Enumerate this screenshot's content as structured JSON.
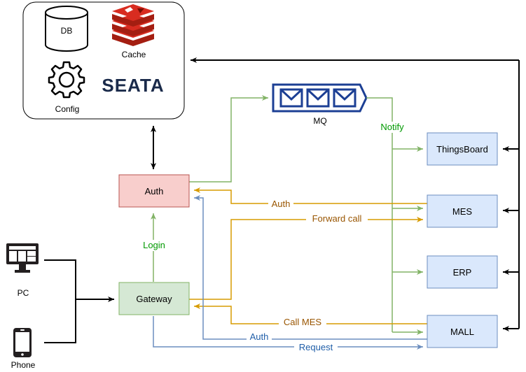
{
  "infra": {
    "db_label": "DB",
    "cache_label": "Cache",
    "config_label": "Config",
    "seata_label": "SEATA"
  },
  "nodes": {
    "mq_label": "MQ",
    "auth_label": "Auth",
    "gateway_label": "Gateway",
    "thingsboard_label": "ThingsBoard",
    "mes_label": "MES",
    "erp_label": "ERP",
    "mall_label": "MALL",
    "pc_label": "PC",
    "phone_label": "Phone"
  },
  "edges": {
    "notify_label": "Notify",
    "login_label": "Login",
    "auth_from_mes_label": "Auth",
    "forward_call_label": "Forward call",
    "call_mes_label": "Call MES",
    "auth_from_mall_label": "Auth",
    "request_label": "Request"
  },
  "colors": {
    "green_line": "#82b366",
    "orange_line": "#d79b00",
    "blue_line": "#6c8ebf",
    "black_line": "#000000",
    "auth_fill": "#f8cecc",
    "auth_stroke": "#b85450",
    "gateway_fill": "#d5e8d4",
    "gateway_stroke": "#82b366",
    "service_fill": "#dae8fc",
    "service_stroke": "#6c8ebf",
    "notify_text": "#009900",
    "login_text": "#009900",
    "orange_text": "#995500",
    "blue_text": "#1f5ea8",
    "mq_blue": "#1c3f94",
    "redis_red": "#c6302b",
    "seata_navy": "#1a2a4a"
  }
}
